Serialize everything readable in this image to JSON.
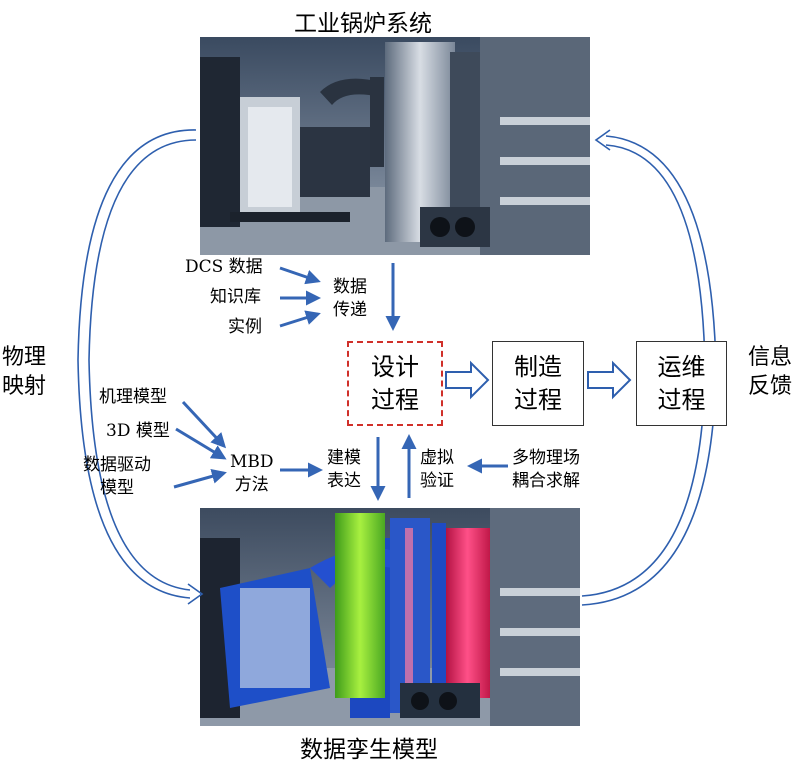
{
  "top_title": "工业锅炉系统",
  "bottom_title": "数据孪生模型",
  "left_side": [
    "物理",
    "映射"
  ],
  "right_side": [
    "信息",
    "反馈"
  ],
  "top_inputs": [
    "DCS 数据",
    "知识库",
    "实例"
  ],
  "data_transfer": [
    "数据",
    "传递"
  ],
  "design_process": [
    "设计",
    "过程"
  ],
  "manufacturing_process": [
    "制造",
    "过程"
  ],
  "operation_process": [
    "运维",
    "过程"
  ],
  "mbd_inputs": [
    "机理模型",
    "3D 模型",
    "数据驱动",
    "模型"
  ],
  "mbd_method": [
    "MBD",
    "方法"
  ],
  "modeling_expression": [
    "建模",
    "表达"
  ],
  "virtual_verification": [
    "虚拟",
    "验证"
  ],
  "multiphysics": [
    "多物理场",
    "耦合求解"
  ],
  "colors": {
    "arrow_blue": "#3566b5",
    "dashed_red": "#d0302a",
    "outline_arrow": "#2e5fae"
  }
}
